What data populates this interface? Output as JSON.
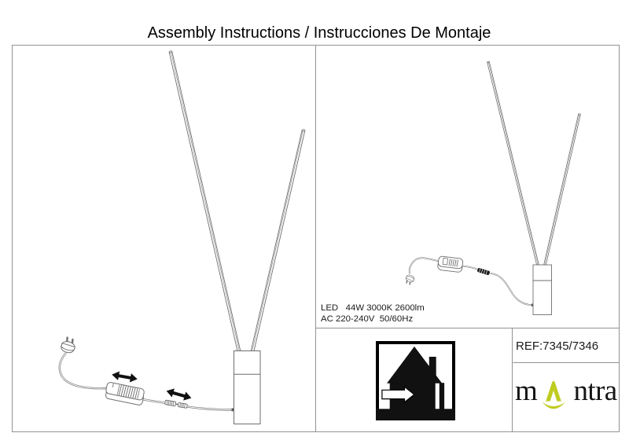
{
  "title": "Assembly Instructions / Instrucciones De Montaje",
  "specs": {
    "line1": "LED   44W 3000K 2600lm",
    "line2": "AC 220-240V  50/60Hz"
  },
  "reference": {
    "label": "REF:7345/7346"
  },
  "brand": {
    "name": "mantra",
    "part1": "m",
    "part2": "ntra"
  },
  "icons": {
    "indoor_use": "house-with-arrow-icon"
  },
  "colors": {
    "accent_green": "#bfcc20",
    "line_gray": "#6e6e6e",
    "border_gray": "#929292",
    "ink_black": "#111111"
  }
}
